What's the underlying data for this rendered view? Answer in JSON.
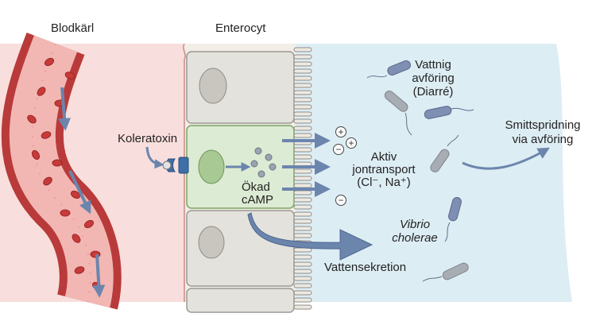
{
  "labels": {
    "blood_vessel": "Blodkärl",
    "enterocyte": "Enterocyt",
    "cholera_toxin": "Koleratoxin",
    "camp_line1": "Ökad",
    "camp_line2": "cAMP",
    "transport_line1": "Aktiv",
    "transport_line2": "jontransport",
    "transport_line3": "(Cl⁻, Na⁺)",
    "water_secretion": "Vattensekretion",
    "stool_line1": "Vattnig",
    "stool_line2": "avföring",
    "stool_line3": "(Diarré)",
    "spread_line1": "Smittspridning",
    "spread_line2": "via avföring",
    "vibrio_line1": "Vibrio",
    "vibrio_line2": "cholerae"
  },
  "ions": {
    "plus": "+",
    "minus": "−"
  },
  "colors": {
    "blood_bg": "#f8dedc",
    "vessel_wall": "#b93a3a",
    "vessel_lumen": "#f2b7b3",
    "rbc": "#c73a3a",
    "cell_fill": "#e4e2dc",
    "active_cell_fill": "#dcebd3",
    "active_cell_border": "#7aa563",
    "nucleus": "#c9c5bf",
    "lumen_bg": "#ddedf4",
    "arrow_blue": "#6b85ad",
    "bacterium": "#7e8fb3",
    "bacterium_light": "#a8acb3"
  }
}
